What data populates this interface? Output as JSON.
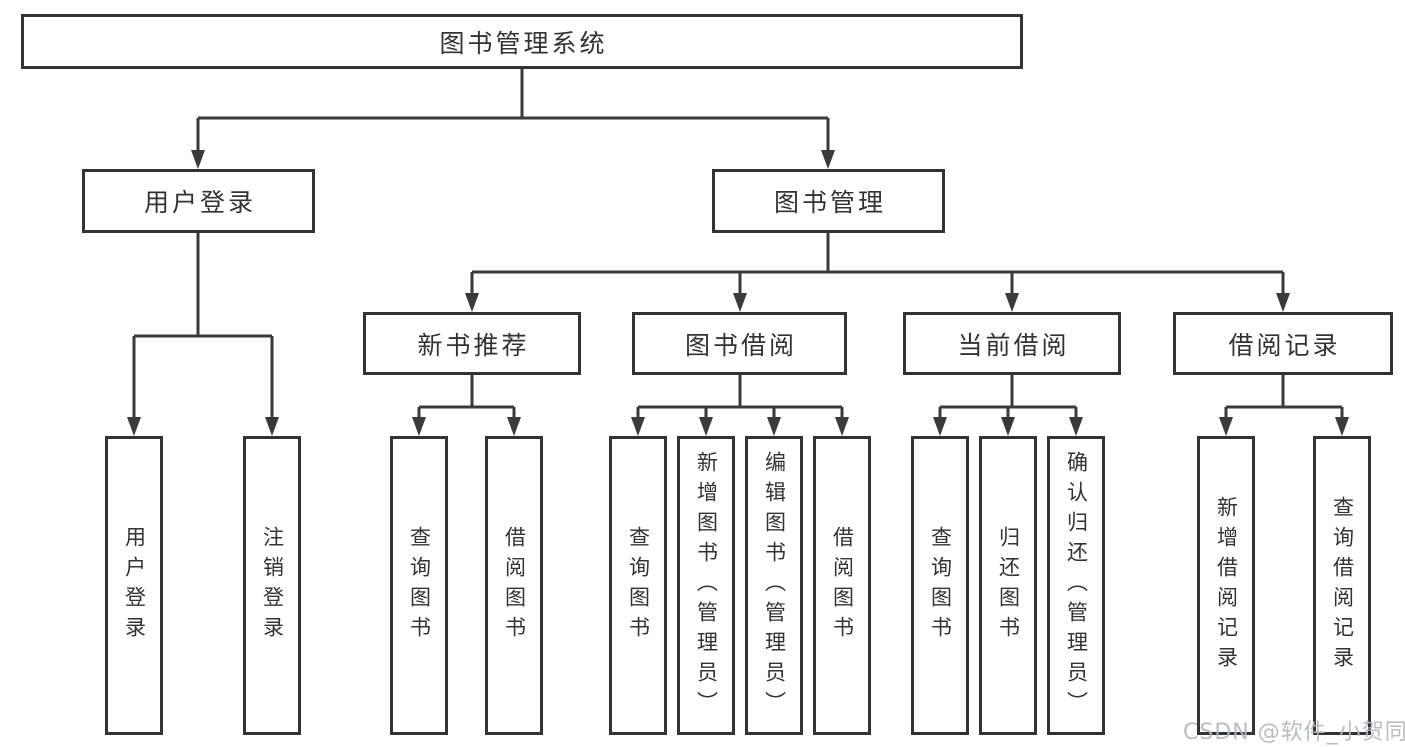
{
  "diagram": {
    "tree": {
      "label": "图书管理系统",
      "children": [
        {
          "label": "用户登录",
          "children": [
            {
              "label": "用户登录"
            },
            {
              "label": "注销登录"
            }
          ]
        },
        {
          "label": "图书管理",
          "children": [
            {
              "label": "新书推荐",
              "children": [
                {
                  "label": "查询图书"
                },
                {
                  "label": "借阅图书"
                }
              ]
            },
            {
              "label": "图书借阅",
              "children": [
                {
                  "label": "查询图书"
                },
                {
                  "label": "新增图书（管理员）"
                },
                {
                  "label": "编辑图书（管理员）"
                },
                {
                  "label": "借阅图书"
                }
              ]
            },
            {
              "label": "当前借阅",
              "children": [
                {
                  "label": "查询图书"
                },
                {
                  "label": "归还图书"
                },
                {
                  "label": "确认归还（管理员）"
                }
              ]
            },
            {
              "label": "借阅记录",
              "children": [
                {
                  "label": "新增借阅记录"
                },
                {
                  "label": "查询借阅记录"
                }
              ]
            }
          ]
        }
      ]
    }
  },
  "watermark": {
    "text": "CSDN @软件_小贺同学"
  },
  "colors": {
    "line": "#3a3a3a",
    "box_border": "#333333",
    "text": "#333333",
    "background": "#ffffff",
    "watermark": "#b2b9c0"
  }
}
